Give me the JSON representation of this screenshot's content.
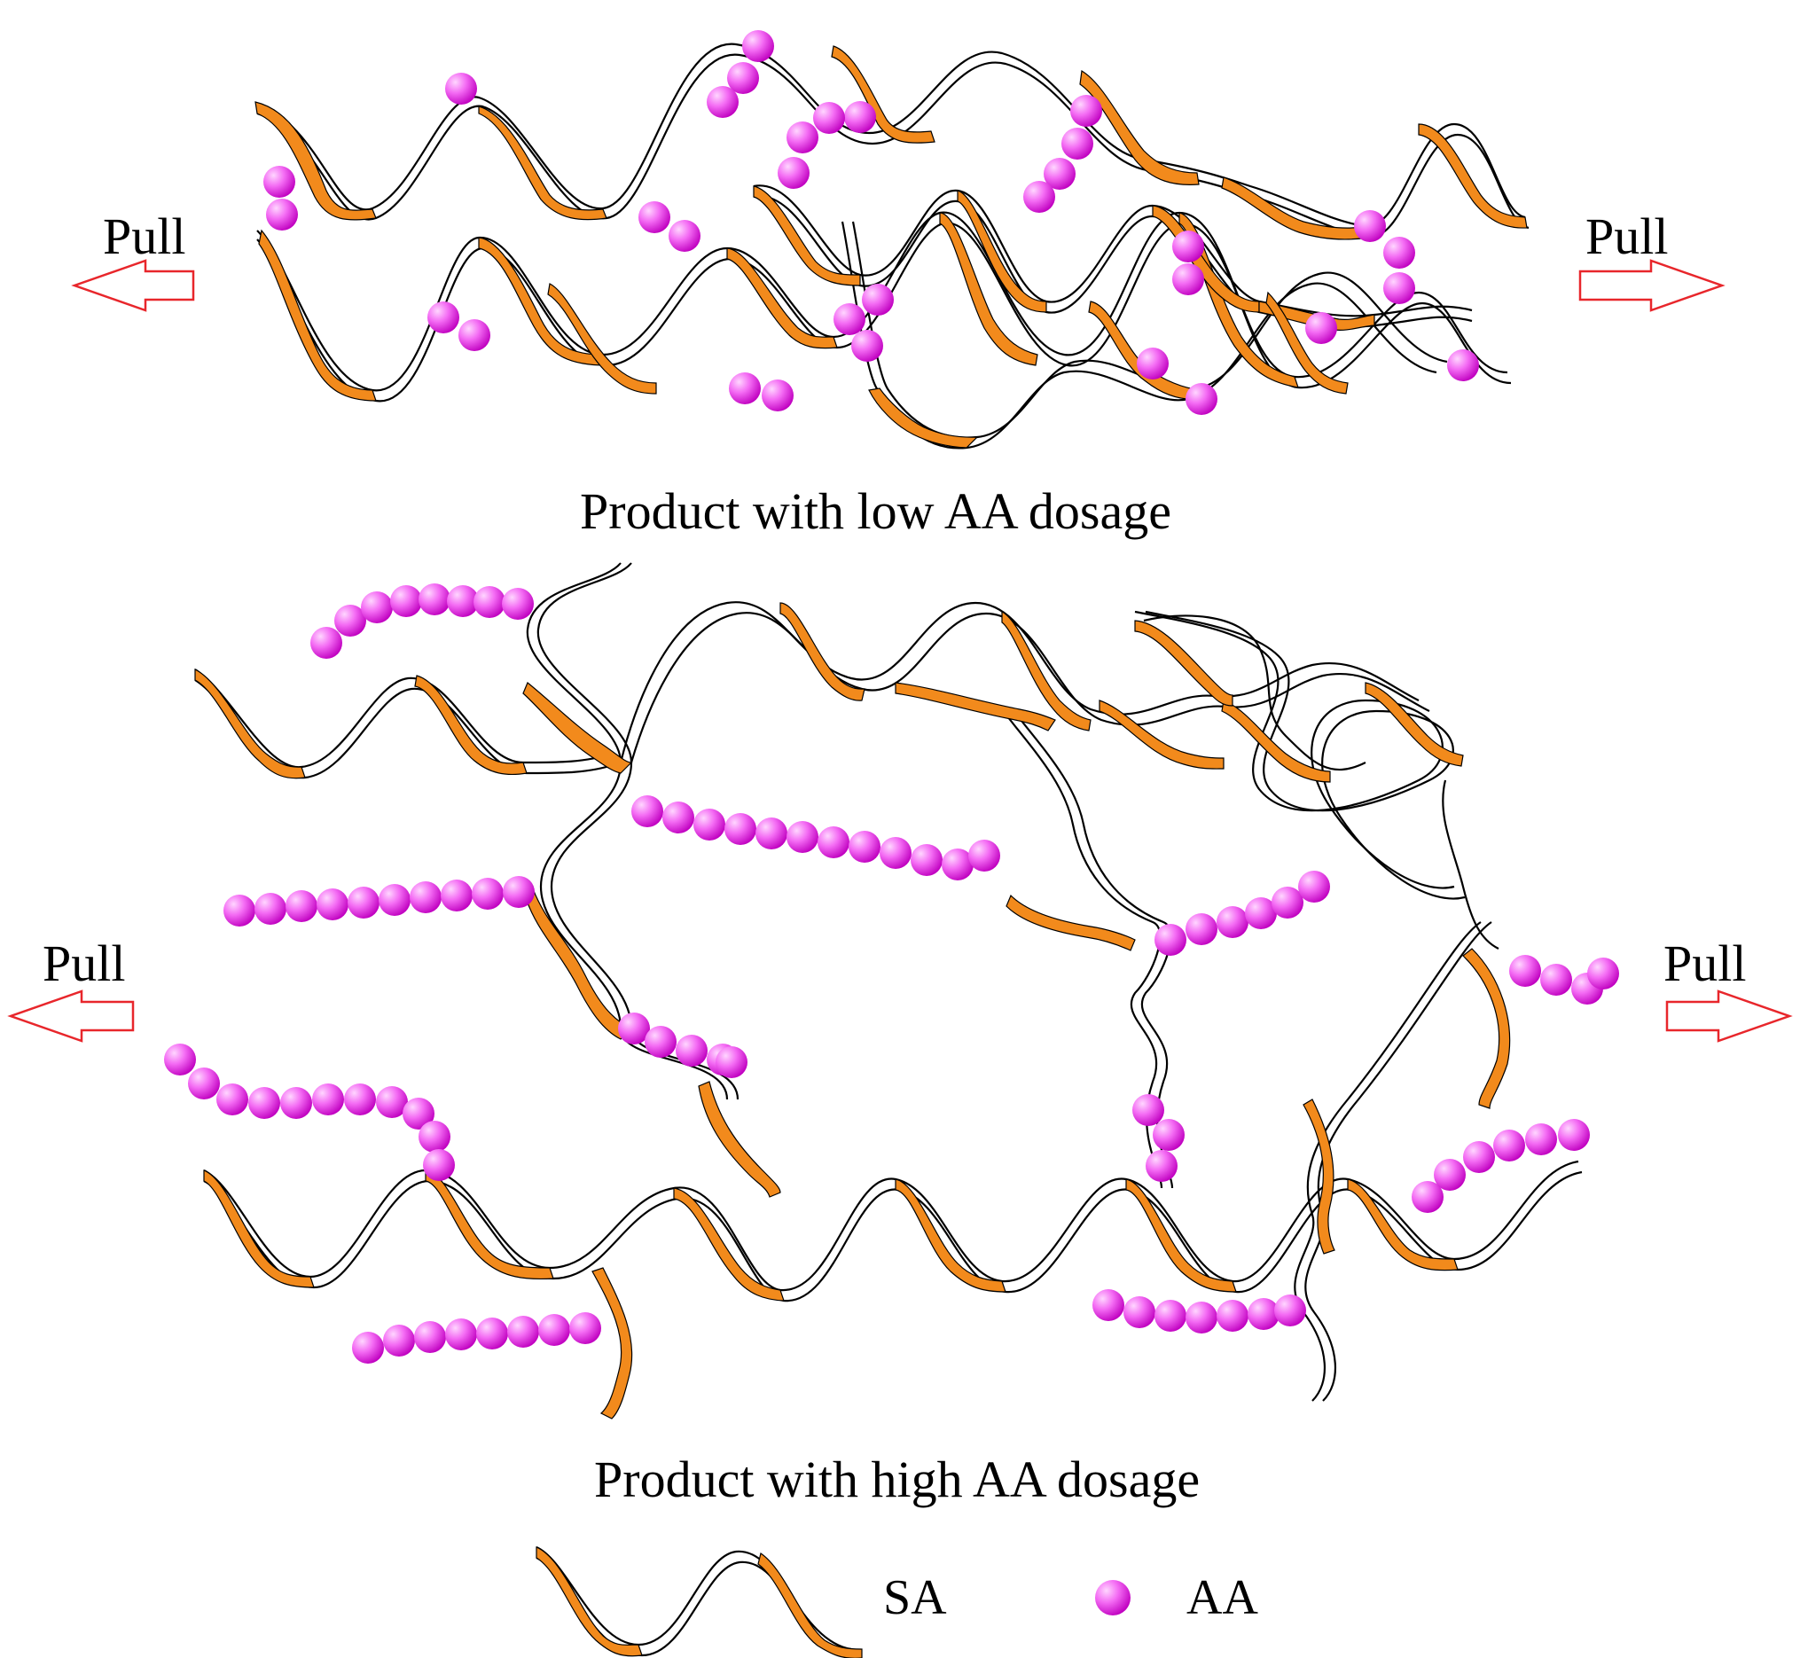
{
  "labels": {
    "pull_top_left": "Pull",
    "pull_top_right": "Pull",
    "pull_bottom_left": "Pull",
    "pull_bottom_right": "Pull",
    "caption_low": "Product with low AA dosage",
    "caption_high": "Product with high AA dosage",
    "legend_sa": "SA",
    "legend_aa": "AA"
  },
  "colors": {
    "sa_ribbon": "#F28A1C",
    "sa_outline": "#000000",
    "aa_bead_light": "#FFD6FF",
    "aa_bead_mid": "#F46CF4",
    "aa_bead_dark": "#B300B3",
    "arrow": "#E8262B"
  },
  "icons": {
    "sa": "orange-ribbon-chain-icon",
    "aa": "magenta-bead-icon",
    "pull": "hollow-arrow-icon"
  }
}
